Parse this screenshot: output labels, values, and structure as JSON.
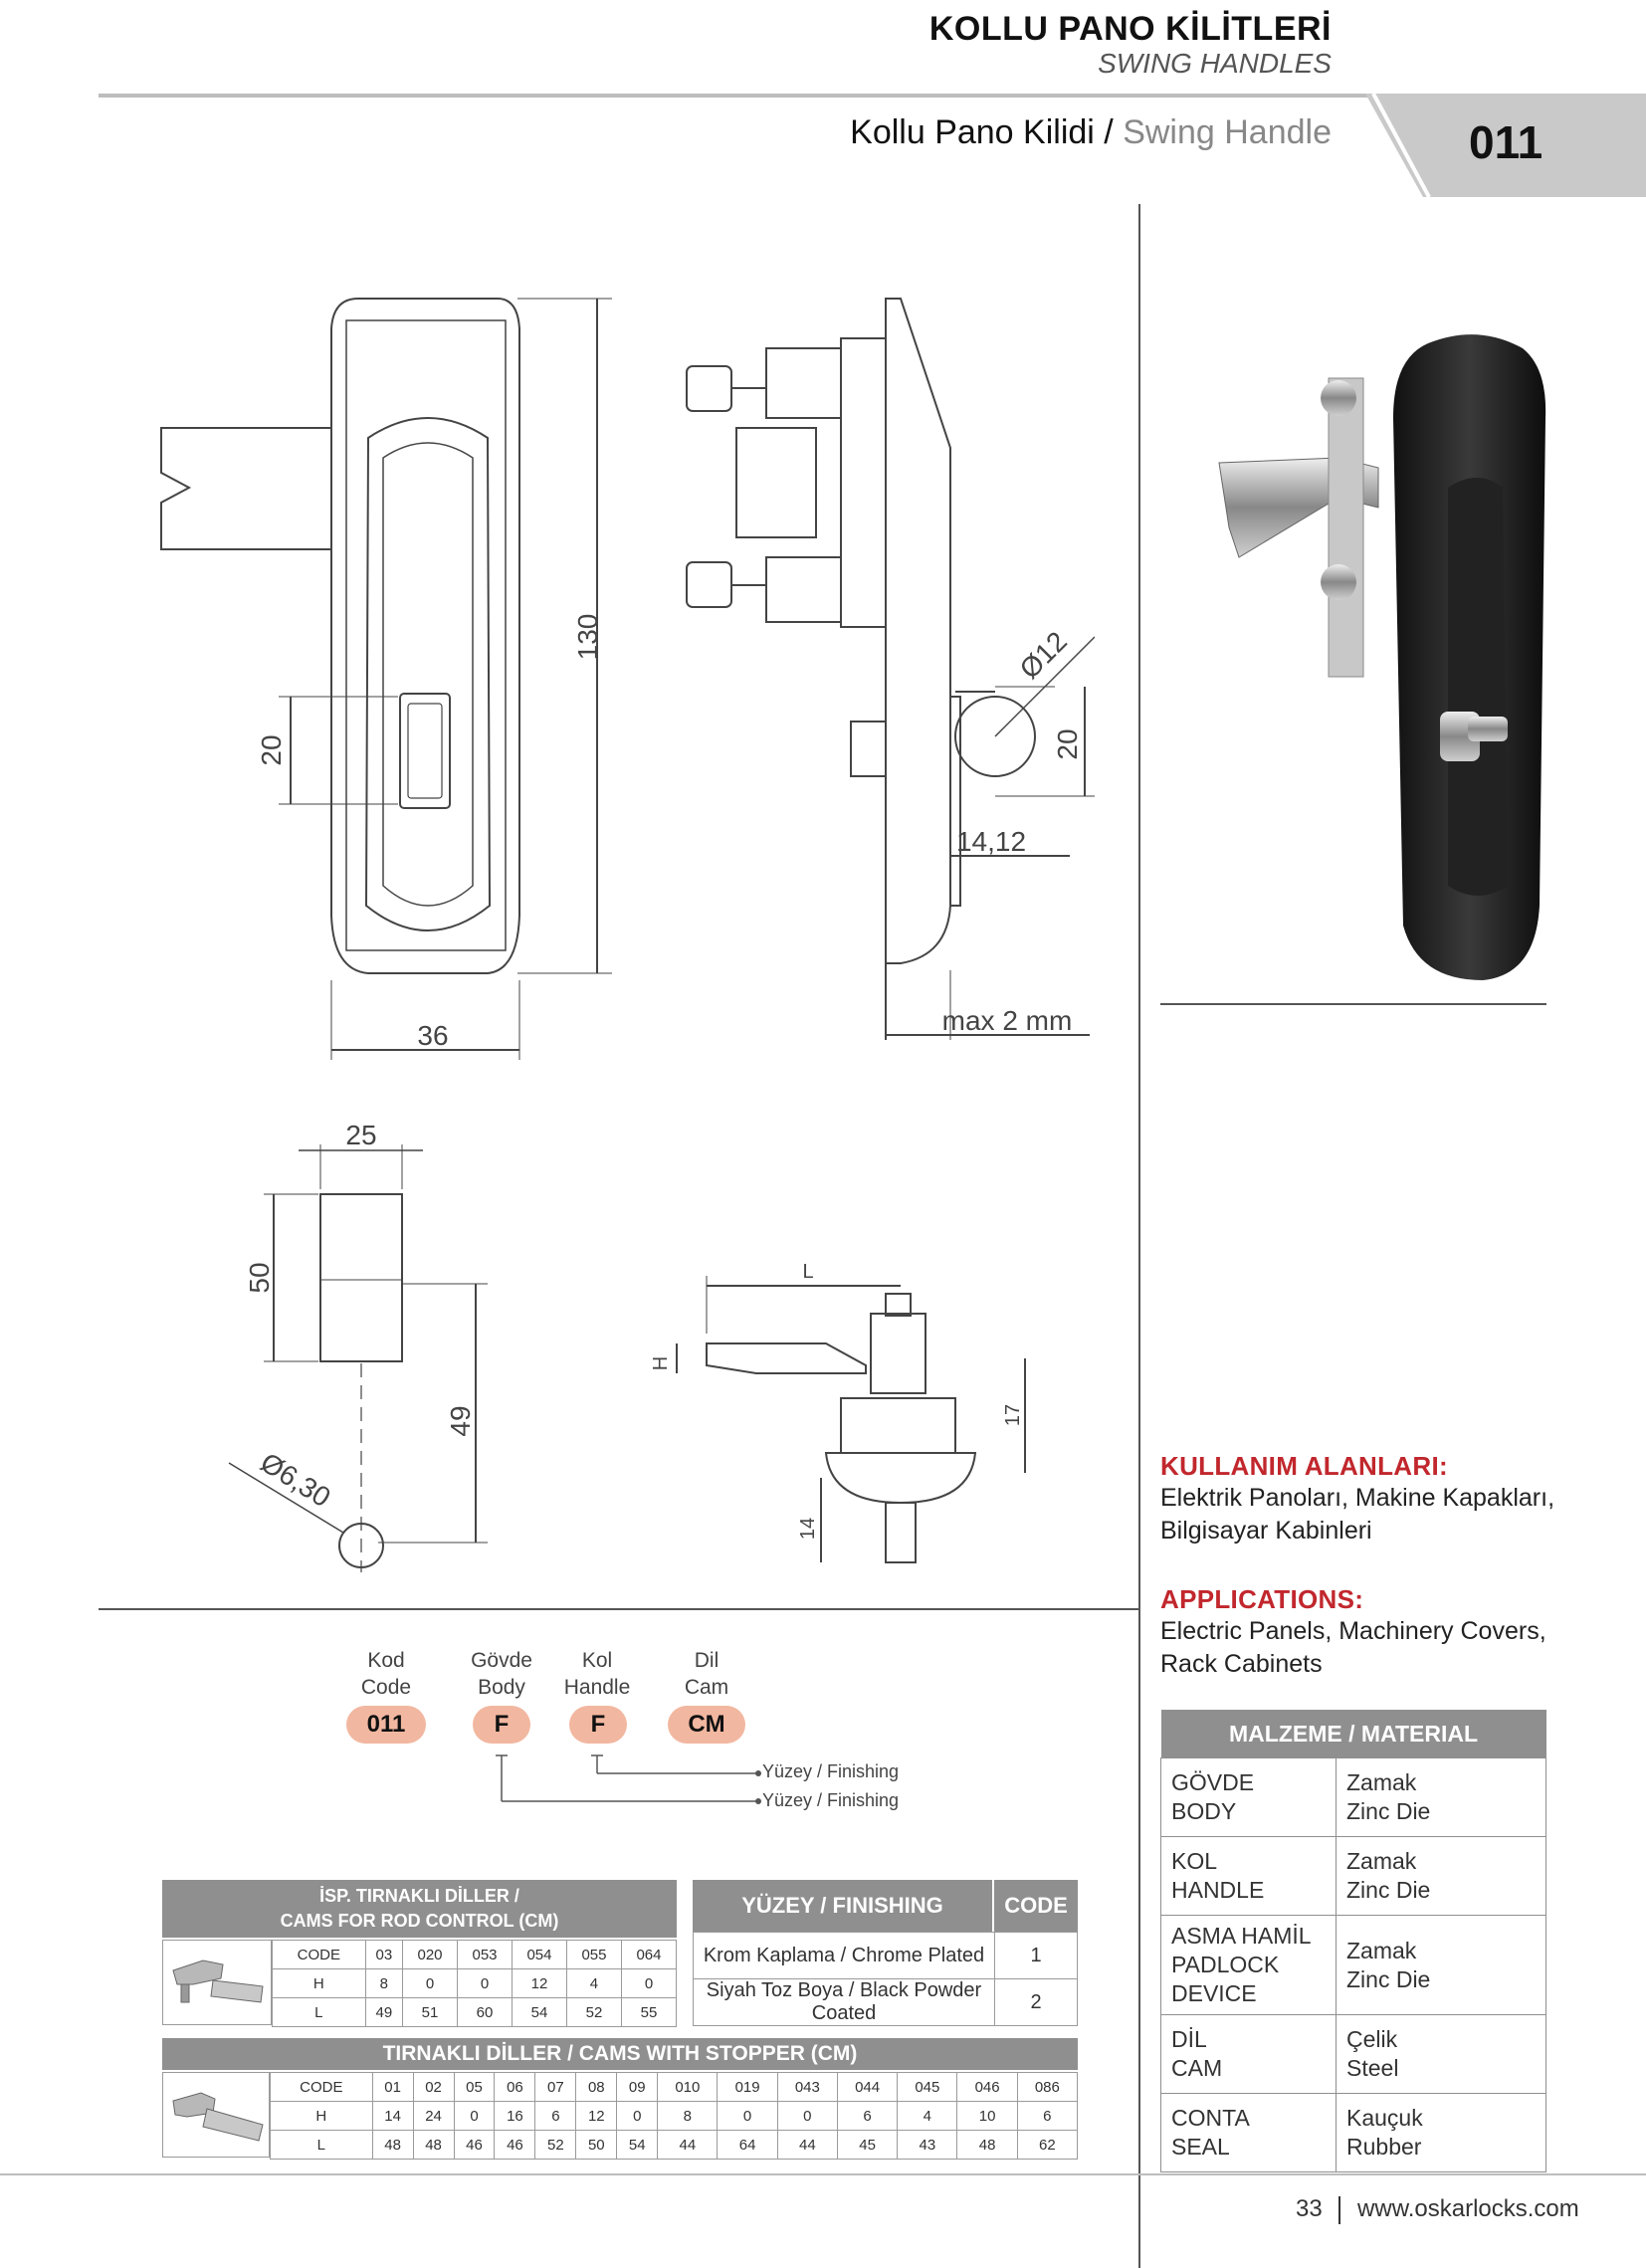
{
  "header": {
    "title": "KOLLU PANO KİLİTLERİ",
    "subtitle": "SWING HANDLES",
    "product_tr": "Kollu Pano Kilidi",
    "separator": "/",
    "product_en": "Swing Handle",
    "code": "011"
  },
  "dimensions": {
    "d130": "130",
    "d20a": "20",
    "d36": "36",
    "d12": "Ø12",
    "d20b": "20",
    "d1412": "14,12",
    "max2": "max 2 mm",
    "d25": "25",
    "d50": "50",
    "d49": "49",
    "d630": "Ø6,30",
    "L": "L",
    "H": "H",
    "d17": "17",
    "d14": "14"
  },
  "applications": {
    "tr_heading": "KULLANIM ALANLARI:",
    "tr_line1": "Elektrik Panoları, Makine Kapakları,",
    "tr_line2": "Bilgisayar Kabinleri",
    "en_heading": "APPLICATIONS:",
    "en_line1": "Electric Panels, Machinery Covers,",
    "en_line2": "Rack Cabinets"
  },
  "material": {
    "heading": "MALZEME / MATERIAL",
    "rows": [
      {
        "part_tr": "GÖVDE",
        "part_en": "BODY",
        "mat_tr": "Zamak",
        "mat_en": "Zinc Die"
      },
      {
        "part_tr": "KOL",
        "part_en": "HANDLE",
        "mat_tr": "Zamak",
        "mat_en": "Zinc Die"
      },
      {
        "part_tr": "ASMA HAMİL",
        "part_en": "PADLOCK DEVICE",
        "mat_tr": "Zamak",
        "mat_en": "Zinc Die"
      },
      {
        "part_tr": "DİL",
        "part_en": "CAM",
        "mat_tr": "Çelik",
        "mat_en": "Steel"
      },
      {
        "part_tr": "CONTA",
        "part_en": "SEAL",
        "mat_tr": "Kauçuk",
        "mat_en": "Rubber"
      }
    ]
  },
  "order_code": {
    "fields": [
      {
        "tr": "Kod",
        "en": "Code",
        "value": "011"
      },
      {
        "tr": "Gövde",
        "en": "Body",
        "value": "F"
      },
      {
        "tr": "Kol",
        "en": "Handle",
        "value": "F"
      },
      {
        "tr": "Dil",
        "en": "Cam",
        "value": "CM"
      }
    ],
    "note1": "Yüzey / Finishing",
    "note2": "Yüzey / Finishing"
  },
  "rod_cams": {
    "title1": "İSP. TIRNAKLI DİLLER /",
    "title2": "CAMS FOR ROD CONTROL (CM)",
    "rows": [
      [
        "CODE",
        "03",
        "020",
        "053",
        "054",
        "055",
        "064"
      ],
      [
        "H",
        "8",
        "0",
        "0",
        "12",
        "4",
        "0"
      ],
      [
        "L",
        "49",
        "51",
        "60",
        "54",
        "52",
        "55"
      ]
    ]
  },
  "finishing": {
    "head": "YÜZEY / FINISHING",
    "code_head": "CODE",
    "rows": [
      {
        "name": "Krom Kaplama / Chrome Plated",
        "code": "1"
      },
      {
        "name": "Siyah Toz Boya / Black Powder Coated",
        "code": "2"
      }
    ]
  },
  "stopper_cams": {
    "title": "TIRNAKLI DİLLER / CAMS WITH STOPPER (CM)",
    "rows": [
      [
        "CODE",
        "01",
        "02",
        "05",
        "06",
        "07",
        "08",
        "09",
        "010",
        "019",
        "043",
        "044",
        "045",
        "046",
        "086"
      ],
      [
        "H",
        "14",
        "24",
        "0",
        "16",
        "6",
        "12",
        "0",
        "8",
        "0",
        "0",
        "6",
        "4",
        "10",
        "6"
      ],
      [
        "L",
        "48",
        "48",
        "46",
        "46",
        "52",
        "50",
        "54",
        "44",
        "64",
        "44",
        "45",
        "43",
        "48",
        "62"
      ]
    ]
  },
  "footer": {
    "page": "33",
    "site": "www.oskarlocks.com"
  },
  "colors": {
    "accent_red": "#c1272d",
    "chip": "#f2b7a0",
    "table_gray": "#8f8f8f"
  }
}
